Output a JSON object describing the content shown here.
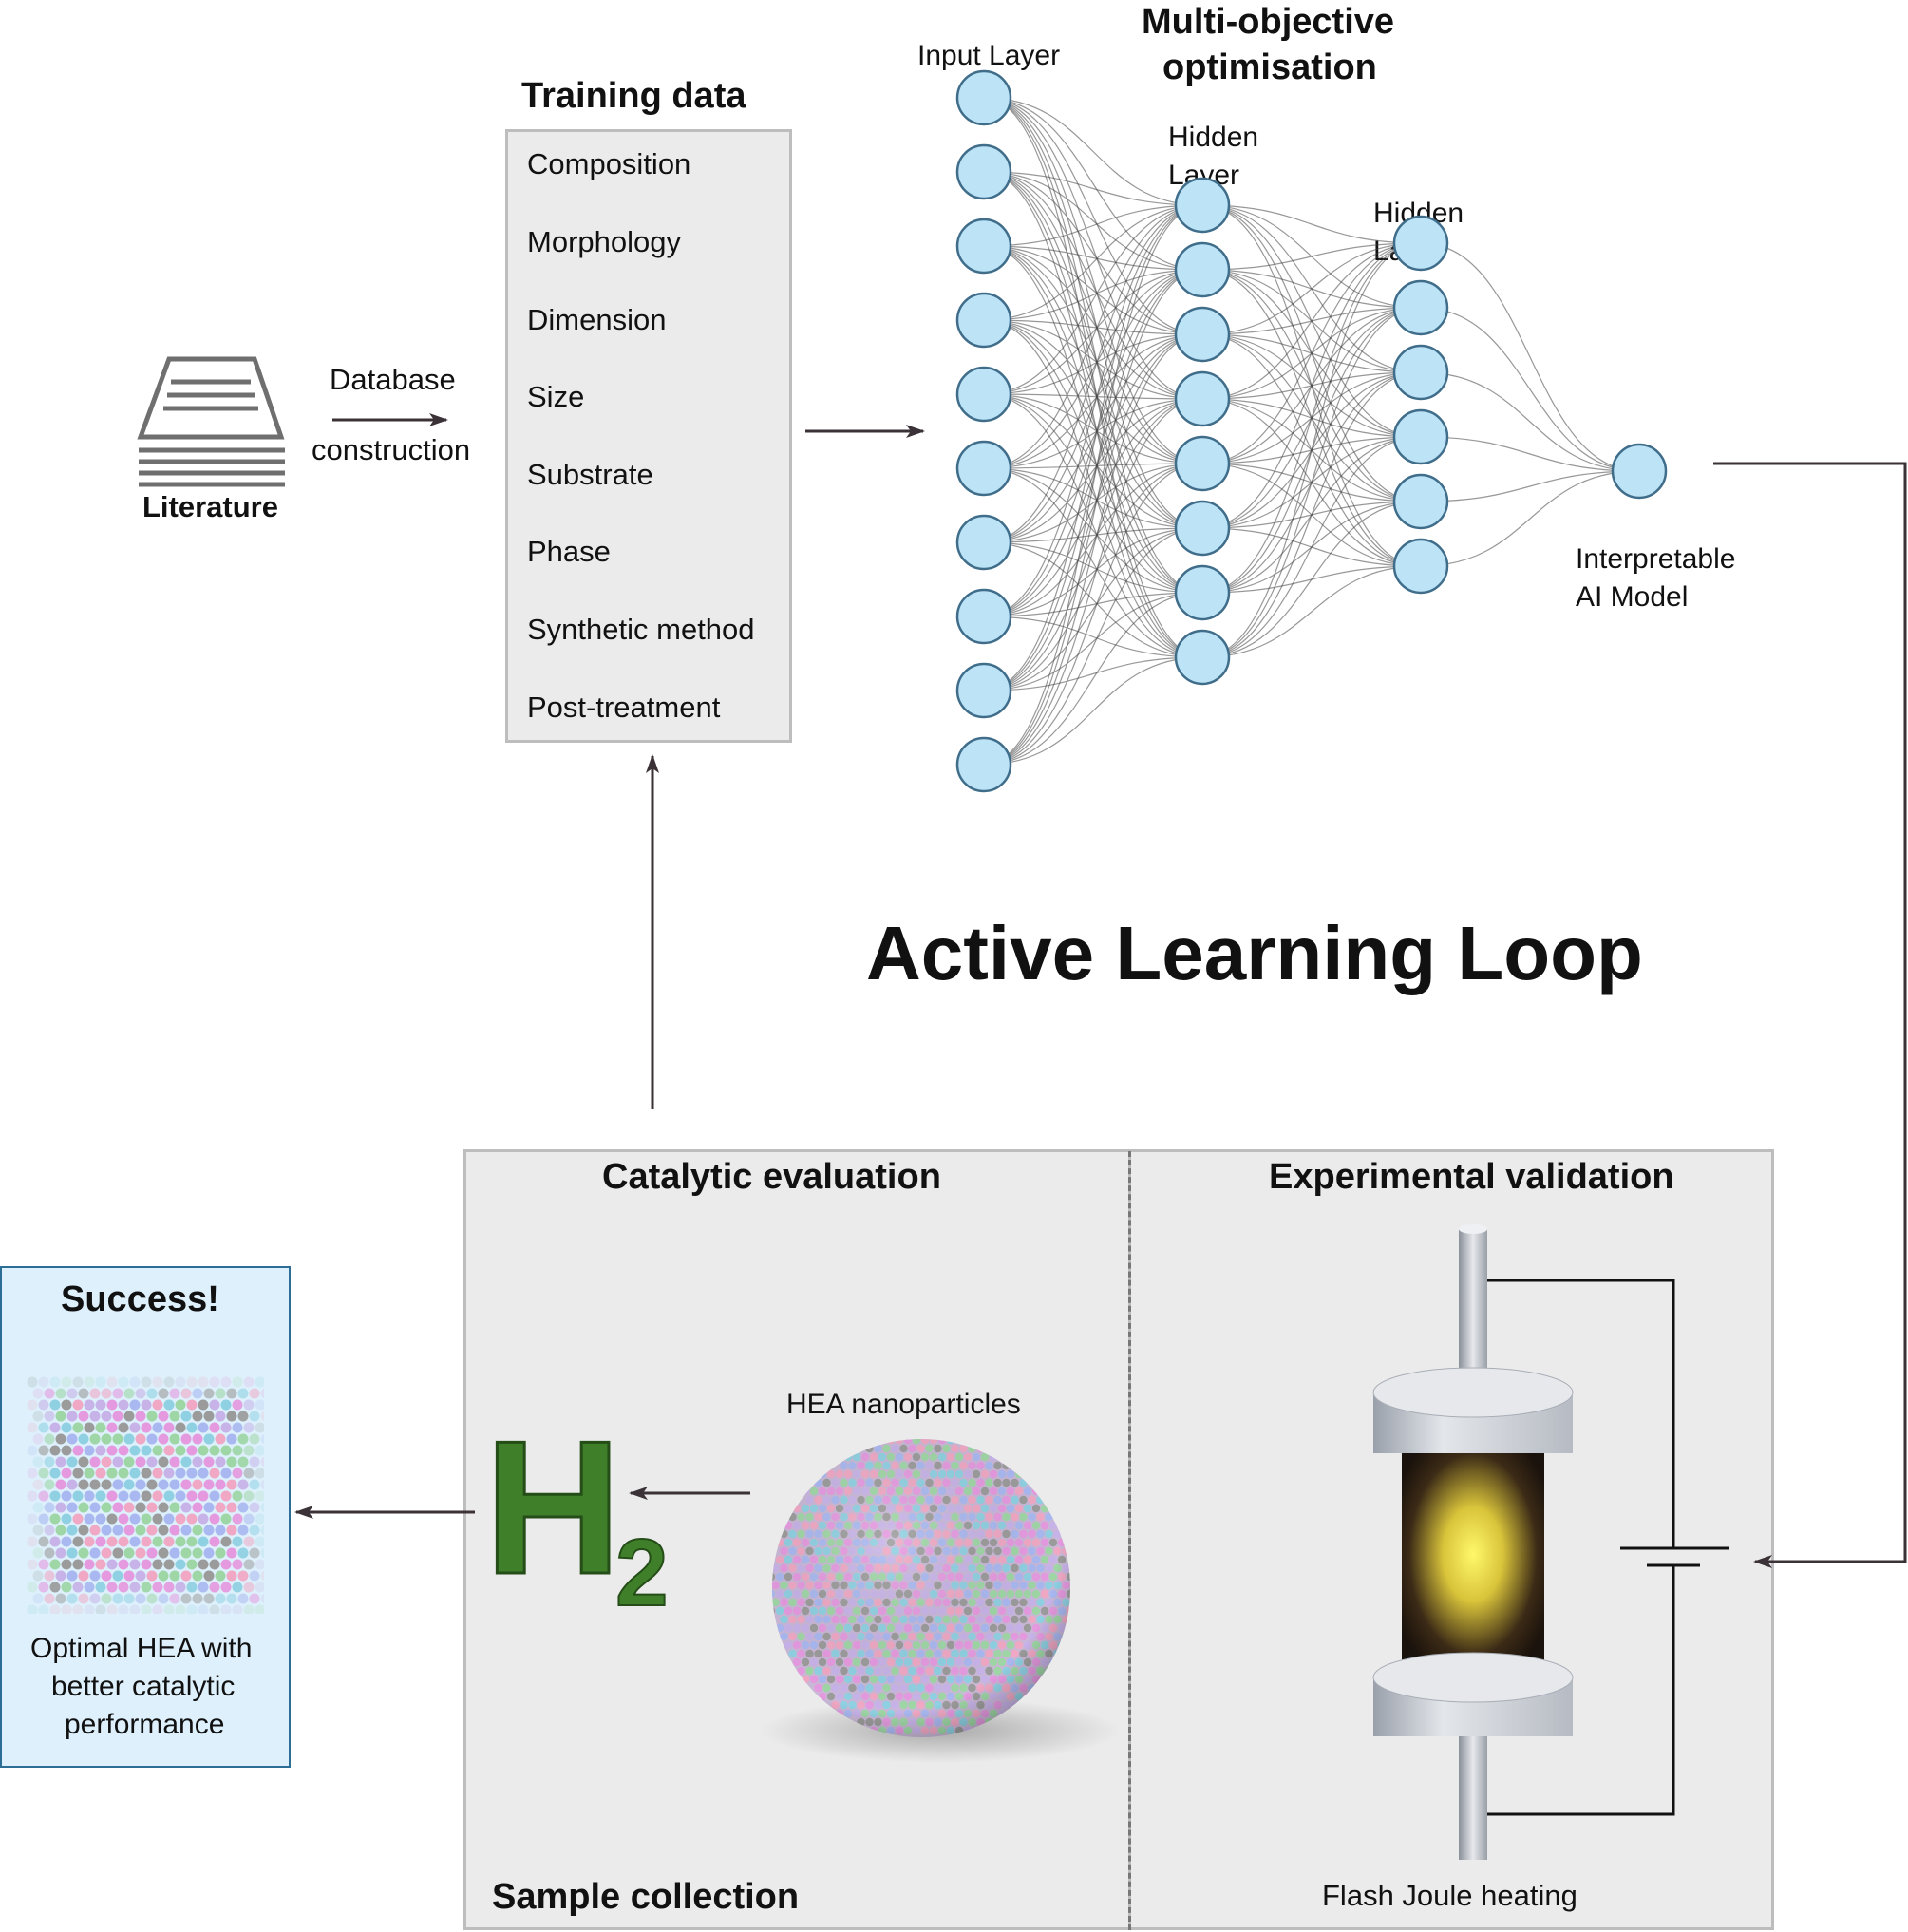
{
  "literature": {
    "label": "Literature",
    "icon": "literature-stack-icon"
  },
  "database_arrow": {
    "line1": "Database",
    "line2": "construction"
  },
  "training": {
    "title": "Training data",
    "items": [
      "Composition",
      "Morphology",
      "Dimension",
      "Size",
      "Substrate",
      "Phase",
      "Synthetic method",
      "Post-treatment"
    ]
  },
  "network": {
    "title_line1": "Multi-objective",
    "title_line2": "optimisation",
    "input_label": "Input Layer",
    "hidden1_line1": "Hidden",
    "hidden1_line2": "Layer",
    "hidden2_line1": "Hidden",
    "hidden2_line2": "Layer",
    "output_line1": "Interpretable",
    "output_line2": "AI Model",
    "layers": [
      10,
      8,
      6,
      1
    ],
    "node_color": "#bde3f7",
    "node_stroke": "#3f6d8a"
  },
  "loop_title": "Active Learning Loop",
  "catalytic": {
    "title": "Catalytic evaluation",
    "nano_label": "HEA nanoparticles",
    "footer": "Sample collection",
    "h2_icon": "h2-leaf-icon"
  },
  "experimental": {
    "title": "Experimental validation",
    "footer": "Flash Joule heating",
    "device_icon": "flash-joule-device-icon"
  },
  "success": {
    "title": "Success!",
    "line1": "Optimal HEA with",
    "line2": "better catalytic",
    "line3": "performance"
  },
  "colors": {
    "panel_bg": "#ebebeb",
    "panel_border": "#bdbdbd",
    "success_bg": "#ddf0fb",
    "success_border": "#2d6e96",
    "arrow": "#3a3236",
    "h2_green": "#3f7f2a"
  }
}
